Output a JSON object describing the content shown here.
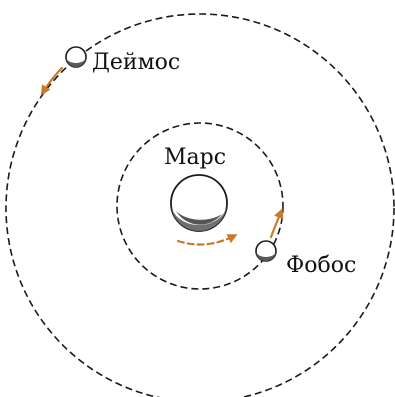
{
  "labels": {
    "mars": "Марс",
    "deimos": "Деймос",
    "phobos": "Фобос"
  },
  "colors": {
    "orbit_line": "#1a1a1a",
    "arrow": "#c87a2a",
    "planet_shadow": "#6f6f6f",
    "moon_shadow": "#5a5a5a",
    "label_text": "#111111"
  },
  "icons": {
    "mars": "planet-icon",
    "deimos": "moon-icon",
    "phobos": "moon-icon",
    "motion_arrows": "orbit-direction-arrow-icon"
  }
}
